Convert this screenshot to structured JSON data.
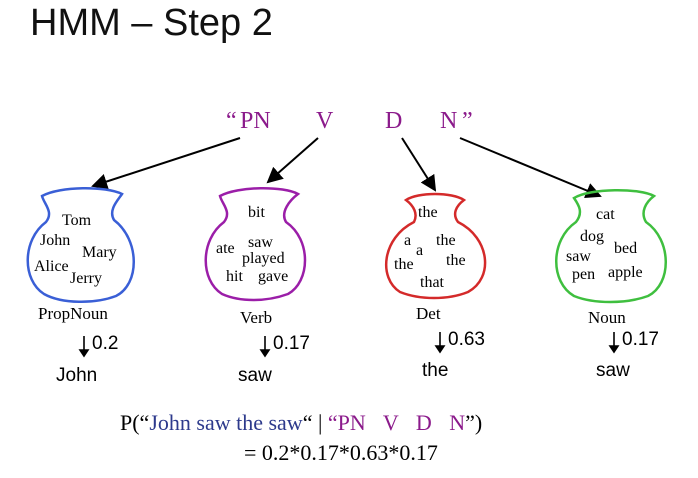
{
  "title": "HMM – Step 2",
  "tag_sequence": {
    "open_quote": "“",
    "tags": [
      "PN",
      "V",
      "D",
      "N"
    ],
    "close_quote": "”"
  },
  "colors": {
    "pn": "#3a5fd6",
    "v": "#9b1ea8",
    "d": "#d42a2a",
    "n": "#3fbf3f",
    "tag_text": "#8b1a8b",
    "formula_words": "#2d3a8c"
  },
  "vases": {
    "propnoun": {
      "words": [
        "Tom",
        "John",
        "Mary",
        "Alice",
        "Jerry"
      ],
      "label": "PropNoun",
      "prob": "0.2",
      "emission": "John"
    },
    "verb": {
      "words": [
        "bit",
        "saw",
        "ate",
        "played",
        "hit",
        "gave"
      ],
      "label": "Verb",
      "prob": "0.17",
      "emission": "saw"
    },
    "det": {
      "words": [
        "the",
        "a",
        "the",
        "a",
        "the",
        "the",
        "that"
      ],
      "label": "Det",
      "prob": "0.63",
      "emission": "the"
    },
    "noun": {
      "words": [
        "cat",
        "dog",
        "bed",
        "saw",
        "pen",
        "apple"
      ],
      "label": "Noun",
      "prob": "0.17",
      "emission": "saw"
    }
  },
  "formula": {
    "prefix": "P(“",
    "sentence": "John saw the saw",
    "separator": "“ | ",
    "tags": "“PN V D N",
    "suffix": "”)",
    "line2": "= 0.2*0.17*0.63*0.17"
  }
}
